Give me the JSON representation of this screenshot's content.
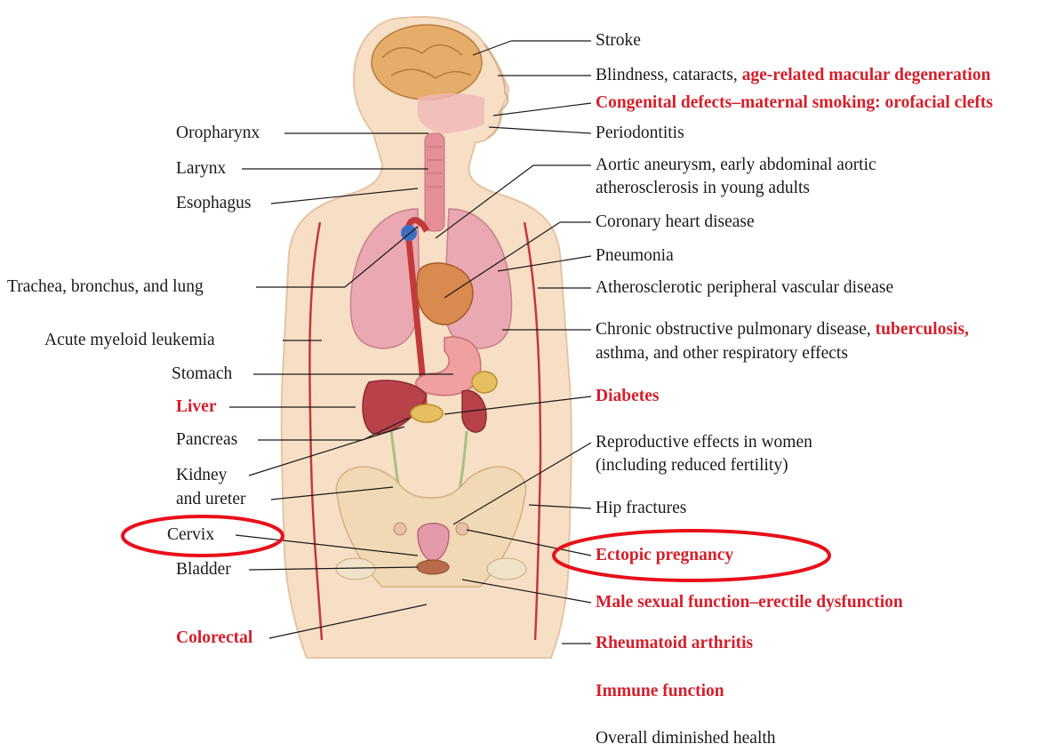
{
  "left_labels": {
    "oropharynx": "Oropharynx",
    "larynx": "Larynx",
    "esophagus": "Esophagus",
    "trachea": "Trachea, bronchus, and lung",
    "aml": "Acute myeloid leukemia",
    "stomach": "Stomach",
    "liver": "Liver",
    "pancreas": "Pancreas",
    "kidney_1": "Kidney",
    "kidney_2": "and ureter",
    "cervix": "Cervix",
    "bladder": "Bladder",
    "colorectal": "Colorectal"
  },
  "right_labels": {
    "stroke": "Stroke",
    "blindness_plain": "Blindness, cataracts, ",
    "blindness_red": "age-related macular degeneration",
    "congenital": "Congenital defects–maternal smoking: orofacial clefts",
    "periodontitis": "Periodontitis",
    "aortic_1": "Aortic aneurysm, early abdominal aortic",
    "aortic_2": "atherosclerosis in young adults",
    "chd": "Coronary heart disease",
    "pneumonia": "Pneumonia",
    "pvd": "Atherosclerotic peripheral vascular disease",
    "copd_plain": "Chronic obstructive pulmonary disease, ",
    "copd_red": "tuberculosis,",
    "copd_2": "asthma, and other respiratory effects",
    "diabetes": "Diabetes",
    "repro_1": "Reproductive effects in women",
    "repro_2": "(including reduced fertility)",
    "hip": "Hip fractures",
    "ectopic": "Ectopic pregnancy",
    "male": "Male sexual function–erectile dysfunction",
    "ra": "Rheumatoid arthritis",
    "immune": "Immune function",
    "overall": "Overall diminished health"
  },
  "colors": {
    "red_text": "#d4202c",
    "highlight_circle": "#e8101a",
    "skin": "#f6dcc0",
    "lung": "#e8a3ae",
    "vessel": "#c23a3a",
    "brain": "#e0a060"
  }
}
